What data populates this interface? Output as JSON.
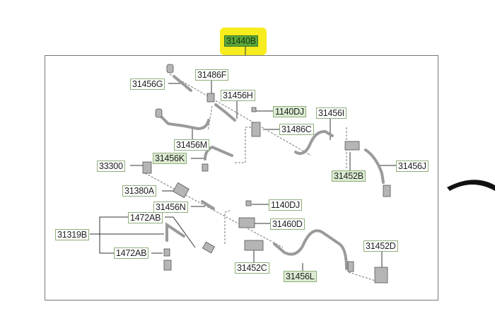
{
  "diagram": {
    "assembly_label": "31440B",
    "parts": [
      {
        "id": "p1",
        "label": "31486F"
      },
      {
        "id": "p2",
        "label": "31456G"
      },
      {
        "id": "p3",
        "label": "31456H"
      },
      {
        "id": "p4",
        "label": "1140DJ",
        "highlight": true
      },
      {
        "id": "p5",
        "label": "31456I"
      },
      {
        "id": "p6",
        "label": "31486C"
      },
      {
        "id": "p7",
        "label": "31456M"
      },
      {
        "id": "p8",
        "label": "31456K",
        "highlight": true
      },
      {
        "id": "p9",
        "label": "33300"
      },
      {
        "id": "p10",
        "label": "31456J"
      },
      {
        "id": "p11",
        "label": "31452B",
        "highlight": true
      },
      {
        "id": "p12",
        "label": "31380A"
      },
      {
        "id": "p13",
        "label": "1140DJ"
      },
      {
        "id": "p14",
        "label": "31456N"
      },
      {
        "id": "p15",
        "label": "1472AB"
      },
      {
        "id": "p16",
        "label": "31460D"
      },
      {
        "id": "p17",
        "label": "31319B"
      },
      {
        "id": "p18",
        "label": "31452D"
      },
      {
        "id": "p19",
        "label": "1472AB"
      },
      {
        "id": "p20",
        "label": "31452C"
      },
      {
        "id": "p21",
        "label": "31456L",
        "highlight": true
      }
    ],
    "colors": {
      "highlight_marker": "#f7ec1e",
      "label_border": "#8fae7a",
      "highlight_fill": "#dcebd2"
    }
  }
}
